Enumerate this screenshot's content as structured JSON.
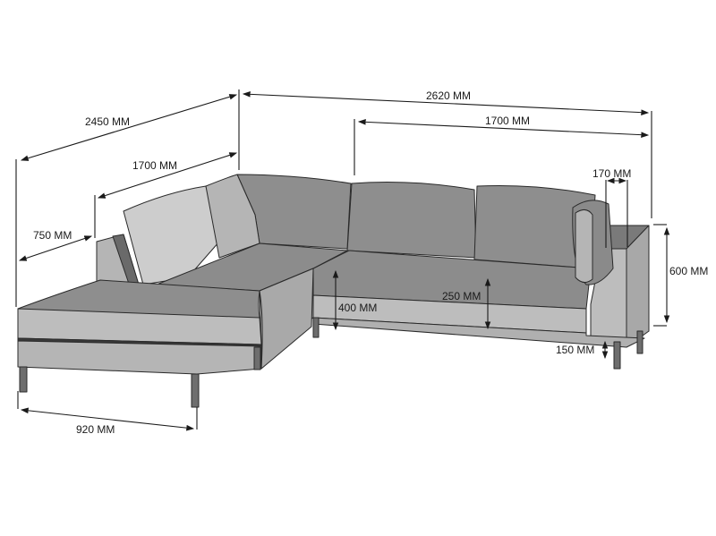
{
  "diagram": {
    "subject": "Corner sofa with chaise module",
    "colors": {
      "background": "#ffffff",
      "line": "#1a1a1a",
      "cushion_light": "#c8c8c8",
      "cushion_mid": "#9a9a9a",
      "cushion_dark": "#7c7c7c",
      "frame_light": "#b9b9b9",
      "frame_dark": "#5a5a5a",
      "legs": "#6e6e6e"
    },
    "dimensions": {
      "total_depth_left": "2450 MM",
      "total_width": "2620 MM",
      "left_section_width": "1700 MM",
      "right_section_width": "1700 MM",
      "seat_depth": "750 MM",
      "armrest_width": "170 MM",
      "total_height": "600 MM",
      "seat_height": "400 MM",
      "cushion_height": "250 MM",
      "leg_height": "150 MM",
      "chaise_width": "920 MM"
    }
  }
}
